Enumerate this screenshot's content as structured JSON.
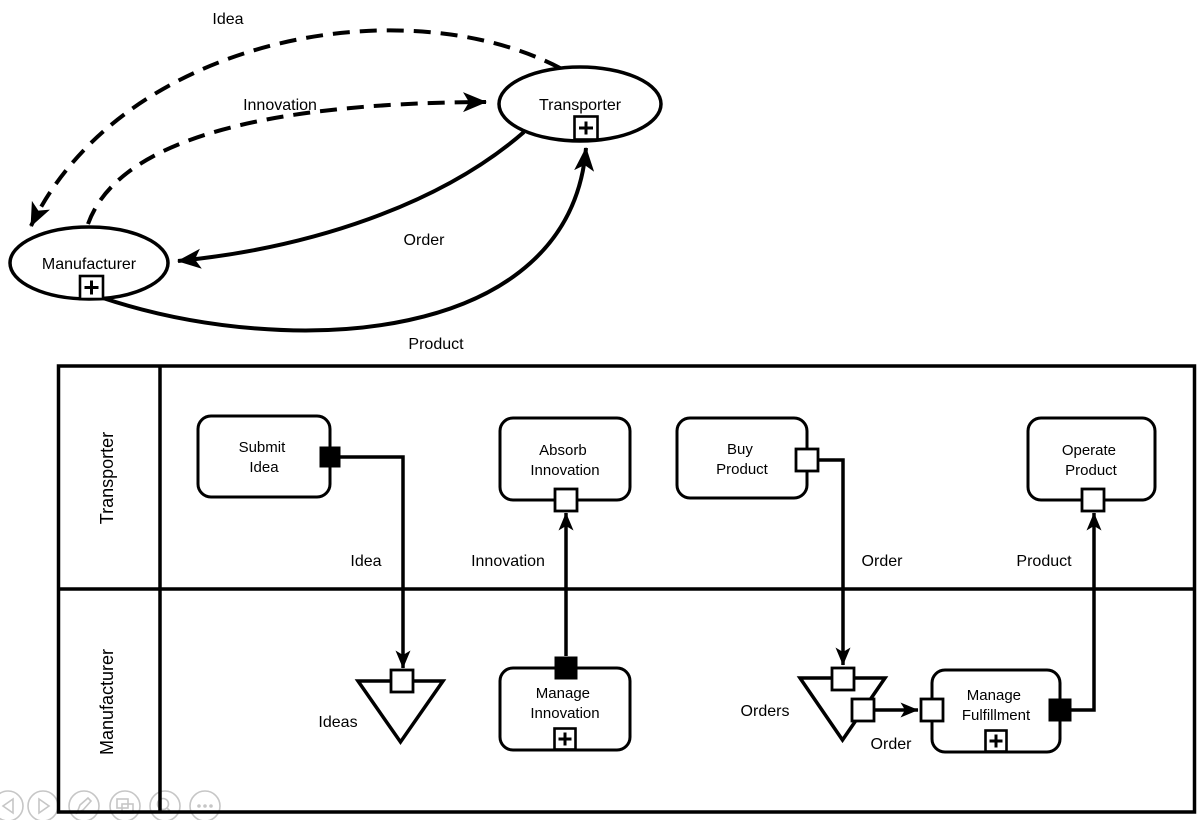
{
  "colors": {
    "ink": "#000000",
    "background": "#ffffff",
    "controls_gray": "#c6c6c6"
  },
  "context_diagram": {
    "manufacturer": {
      "label": "Manufacturer",
      "marker": "+"
    },
    "transporter": {
      "label": "Transporter",
      "marker": "+"
    },
    "flows": {
      "idea": {
        "label": "Idea",
        "line": "dashed",
        "direction": "transporter-to-manufacturer"
      },
      "innovation": {
        "label": "Innovation",
        "line": "dashed",
        "direction": "manufacturer-to-transporter"
      },
      "order": {
        "label": "Order",
        "line": "solid",
        "direction": "transporter-to-manufacturer"
      },
      "product": {
        "label": "Product",
        "line": "solid",
        "direction": "manufacturer-to-transporter"
      }
    }
  },
  "process_diagram": {
    "lanes": {
      "top": {
        "label": "Transporter"
      },
      "bottom": {
        "label": "Manufacturer"
      }
    },
    "tasks": {
      "submit_idea": {
        "line1": "Submit",
        "line2": "Idea"
      },
      "absorb_innovation": {
        "line1": "Absorb",
        "line2": "Innovation"
      },
      "buy_product": {
        "line1": "Buy",
        "line2": "Product"
      },
      "operate_product": {
        "line1": "Operate",
        "line2": "Product"
      },
      "manage_innovation": {
        "line1": "Manage",
        "line2": "Innovation",
        "marker": "+"
      },
      "manage_fulfillment": {
        "line1": "Manage",
        "line2": "Fulfillment",
        "marker": "+"
      }
    },
    "stores": {
      "ideas": {
        "label": "Ideas"
      },
      "orders": {
        "label": "Orders"
      }
    },
    "flow_labels": {
      "idea": "Idea",
      "innovation": "Innovation",
      "order": "Order",
      "product": "Product",
      "order2": "Order"
    }
  },
  "slideshow_controls": {
    "items": [
      "previous-slide",
      "next-slide",
      "pen",
      "see-all-slides",
      "zoom-to-slide",
      "more-options"
    ]
  }
}
